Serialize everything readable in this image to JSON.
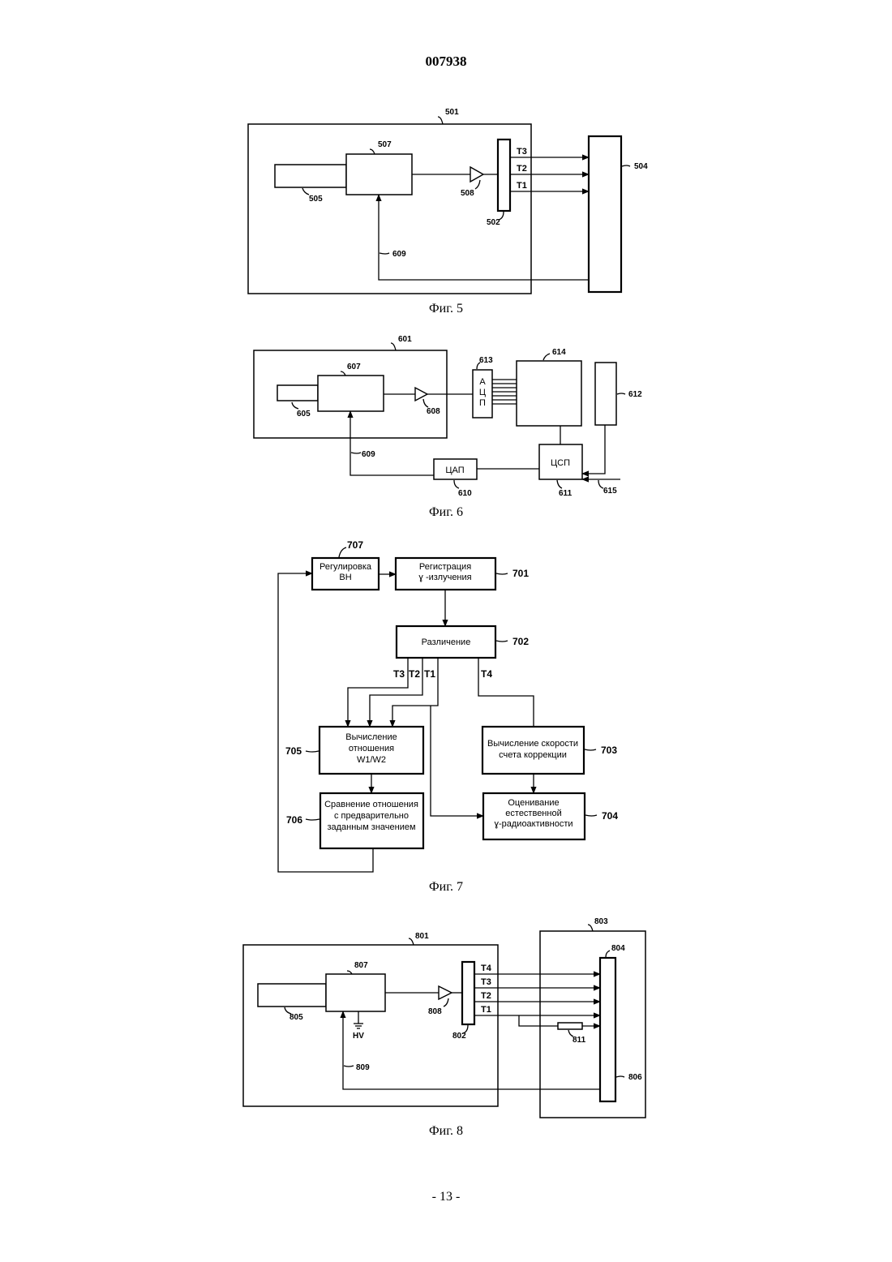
{
  "header": {
    "doc_number": "007938"
  },
  "footer": {
    "page_number": "- 13 -"
  },
  "fig5": {
    "caption": "Фиг. 5",
    "labels": {
      "l501": "501",
      "l507": "507",
      "l505": "505",
      "l508": "508",
      "l502": "502",
      "l504": "504",
      "l609": "609"
    },
    "channels": [
      "T3",
      "T2",
      "T1"
    ]
  },
  "fig6": {
    "caption": "Фиг. 6",
    "labels": {
      "l601": "601",
      "l607": "607",
      "l605": "605",
      "l608": "608",
      "l613": "613",
      "l614": "614",
      "l612": "612",
      "l609": "609",
      "l610": "610",
      "l611": "611",
      "l615": "615"
    },
    "adc_letters": [
      "А",
      "Ц",
      "П"
    ],
    "dac_label": "ЦАП",
    "dsp_label": "ЦСП"
  },
  "fig7": {
    "caption": "Фиг. 7",
    "boxes": {
      "b707": {
        "num": "707",
        "lines": [
          "Регулировка",
          "ВН"
        ]
      },
      "b701": {
        "num": "701",
        "lines": [
          "Регистрация",
          "ɣ -излучения"
        ]
      },
      "b702": {
        "num": "702",
        "lines": [
          "Различение"
        ]
      },
      "b705": {
        "num": "705",
        "lines": [
          "Вычисление",
          "отношения",
          "W1/W2"
        ]
      },
      "b703": {
        "num": "703",
        "lines": [
          "Вычисление скорости",
          "счета коррекции"
        ]
      },
      "b706": {
        "num": "706",
        "lines": [
          "Сравнение отношения",
          "с предварительно",
          "заданным значением"
        ]
      },
      "b704": {
        "num": "704",
        "lines": [
          "Оценивание",
          "естественной",
          "ɣ-радиоактивности"
        ]
      }
    },
    "channels": [
      "T3",
      "T2",
      "T1",
      "T4"
    ]
  },
  "fig8": {
    "caption": "Фиг. 8",
    "labels": {
      "l801": "801",
      "l803": "803",
      "l807": "807",
      "l804": "804",
      "l805": "805",
      "l808": "808",
      "l802": "802",
      "l811": "811",
      "l809": "809",
      "l806": "806",
      "hv": "HV"
    },
    "channels": [
      "T4",
      "T3",
      "T2",
      "T1"
    ]
  }
}
